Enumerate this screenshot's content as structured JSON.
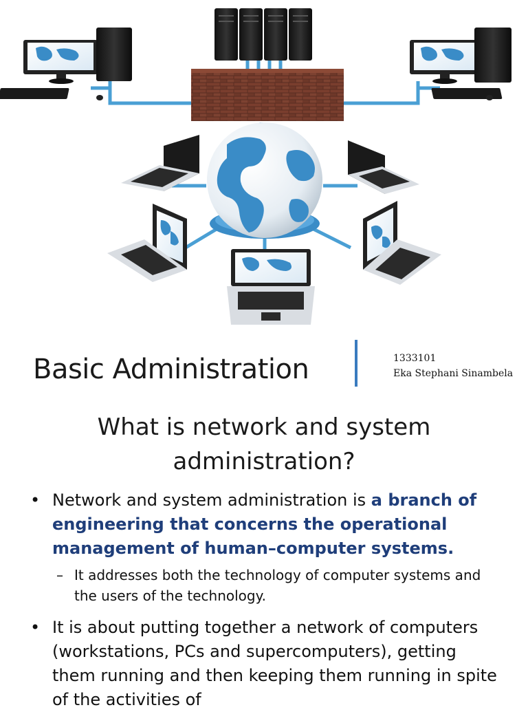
{
  "slide1": {
    "title": "Basic Administration",
    "student_id": "1333101",
    "student_name": "Eka Stephani Sinambela"
  },
  "slide2": {
    "heading_line1": "What is network and system",
    "heading_line2": "administration?",
    "bullet1_plain": "Network and system administration is ",
    "bullet1_highlight": "a branch of engineering that concerns the operational management of human–computer systems.",
    "sub_bullet": "It addresses both the technology of computer systems and the users of the technology.",
    "bullet2": "It is about putting together a network of computers (workstations, PCs and supercomputers), getting them running and then keeping them running in spite of the activities of",
    "bullet_symbol": "•",
    "dash_symbol": "–"
  },
  "colors": {
    "accent_bar": "#3a7bbf",
    "highlight_text": "#1f3e7a",
    "network_cable": "#4a9fd4"
  }
}
